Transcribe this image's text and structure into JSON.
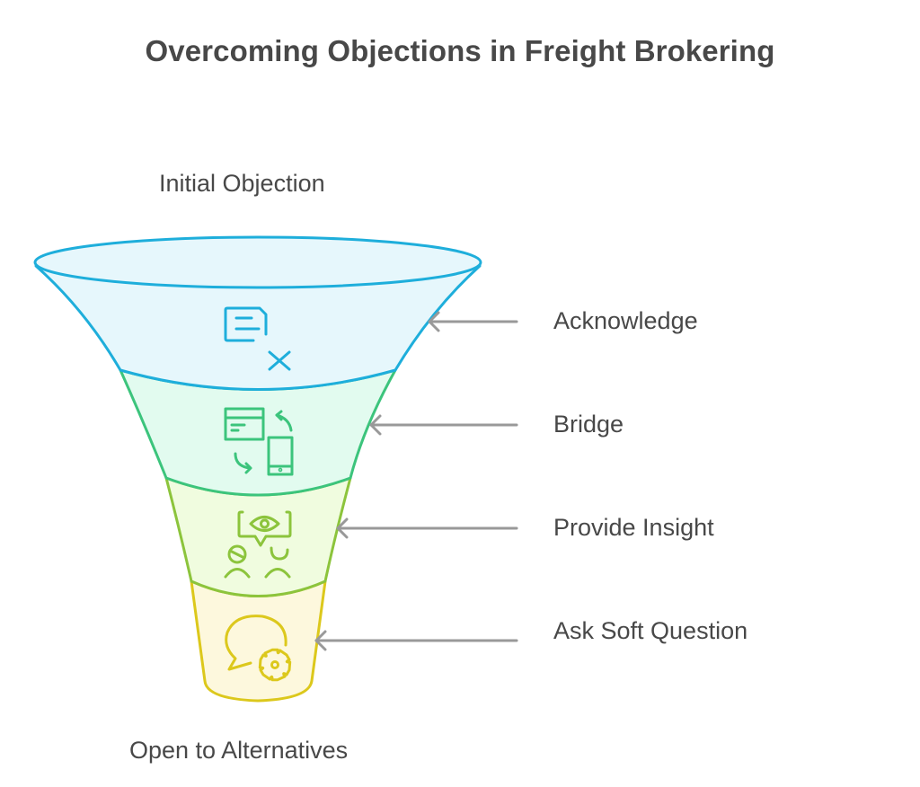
{
  "title": "Overcoming Objections in Freight Brokering",
  "top_label": "Initial Objection",
  "bottom_label": "Open to Alternatives",
  "stages": [
    {
      "label": "Acknowledge",
      "icon": "document-x-icon",
      "stroke": "#1eaedb",
      "fill": "#e6f7fc"
    },
    {
      "label": "Bridge",
      "icon": "transfer-devices-icon",
      "stroke": "#3cc47c",
      "fill": "#e2fbef"
    },
    {
      "label": "Provide Insight",
      "icon": "people-vision-icon",
      "stroke": "#8cc43c",
      "fill": "#f0fcdf"
    },
    {
      "label": "Ask Soft Question",
      "icon": "chat-gear-icon",
      "stroke": "#dcc81c",
      "fill": "#fdf8dd"
    }
  ],
  "arrow_color": "#999999"
}
